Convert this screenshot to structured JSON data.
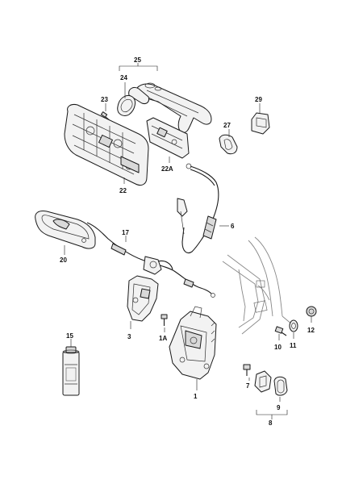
{
  "callouts": {
    "c1": "1",
    "c1A": "1A",
    "c3": "3",
    "c6": "6",
    "c7": "7",
    "c8": "8",
    "c9": "9",
    "c10": "10",
    "c11": "11",
    "c12": "12",
    "c15": "15",
    "c17": "17",
    "c20": "20",
    "c22": "22",
    "c22A": "22A",
    "c23": "23",
    "c24": "24",
    "c25": "25",
    "c27": "27",
    "c29": "29"
  },
  "colors": {
    "line": "#1a1a1a",
    "fill": "#f2f2f2",
    "shade": "#d9d9d9",
    "body_outline": "#888888"
  }
}
